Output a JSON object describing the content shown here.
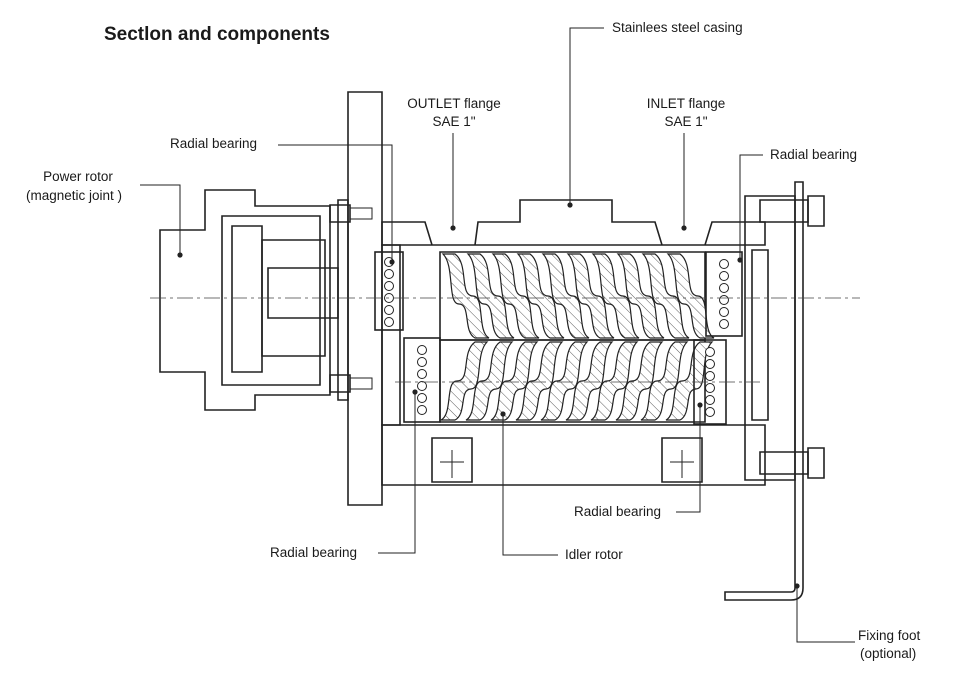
{
  "title": "Sectlon and components",
  "labels": {
    "casing": "Stainlees steel casing",
    "outlet_line1": "OUTLET flange",
    "outlet_line2": "SAE 1\"",
    "inlet_line1": "INLET flange",
    "inlet_line2": "SAE 1\"",
    "radial_bearing_top_left": "Radial bearing",
    "radial_bearing_top_right": "Radial bearing",
    "power_rotor_line1": "Power rotor",
    "power_rotor_line2": "(magnetic joint )",
    "radial_bearing_bottom_right": "Radial bearing",
    "radial_bearing_bottom_left": "Radial bearing",
    "idler_rotor": "Idler rotor",
    "fixing_foot_line1": "Fixing foot",
    "fixing_foot_line2": "(optional)"
  },
  "colors": {
    "line": "#222222",
    "background": "#ffffff"
  }
}
